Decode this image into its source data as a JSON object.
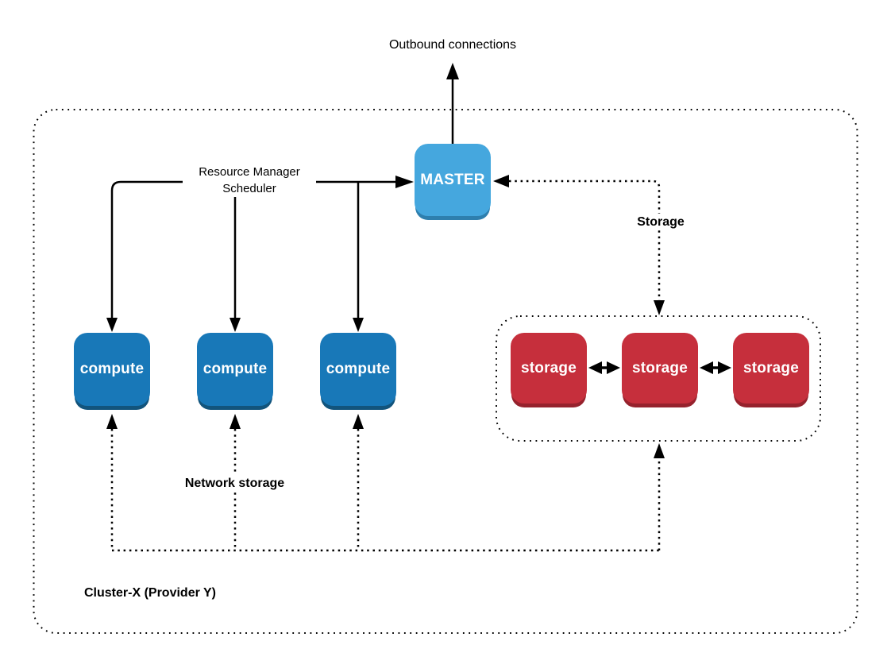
{
  "diagram": {
    "labels": {
      "outbound": "Outbound connections",
      "resource_manager_line1": "Resource Manager",
      "resource_manager_line2": "Scheduler",
      "storage_edge": "Storage",
      "network_storage": "Network storage",
      "cluster": "Cluster-X (Provider Y)"
    },
    "nodes": {
      "master": {
        "label": "MASTER"
      },
      "compute": [
        {
          "label": "compute"
        },
        {
          "label": "compute"
        },
        {
          "label": "compute"
        }
      ],
      "storage": [
        {
          "label": "storage"
        },
        {
          "label": "storage"
        },
        {
          "label": "storage"
        }
      ]
    }
  },
  "colors": {
    "master-fill": "#45a7de",
    "master-shadow": "#2e7fae",
    "compute-fill": "#1878b8",
    "compute-shadow": "#12547c",
    "storage-fill": "#c62f3c",
    "storage-shadow": "#96222d",
    "edge-line": "#000000",
    "node-text": "#ffffff",
    "label-text": "#000000",
    "background": "#ffffff"
  }
}
